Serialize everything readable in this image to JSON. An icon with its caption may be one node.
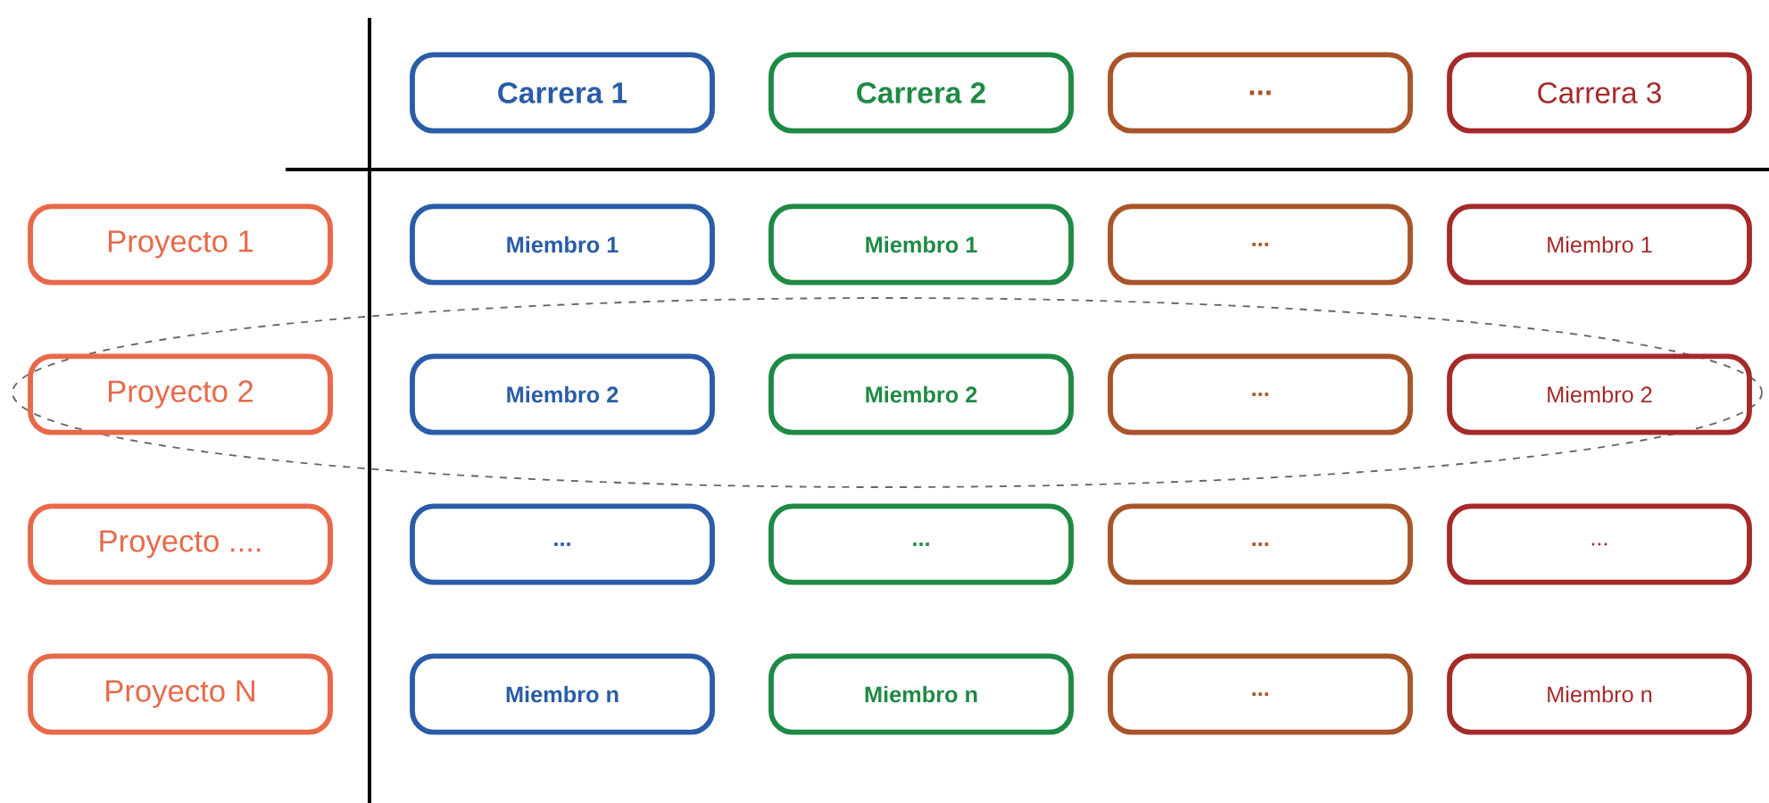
{
  "diagram": {
    "nodes": [
      {
        "text": [
          "Carrera 1"
        ]
      },
      {
        "text": [
          "Carrera 2"
        ]
      },
      {
        "text": [
          "..."
        ]
      },
      {
        "text": [
          "Carrera 3"
        ]
      },
      {
        "text": [
          "Proyecto 1"
        ]
      },
      {
        "text": [
          "Miembro 1"
        ]
      },
      {
        "text": [
          "Miembro 1"
        ]
      },
      {
        "text": [
          "..."
        ]
      },
      {
        "text": [
          "Miembro 1"
        ]
      },
      {
        "text": [
          "Proyecto 2"
        ]
      },
      {
        "text": [
          "Miembro 2"
        ]
      },
      {
        "text": [
          "Miembro 2"
        ]
      },
      {
        "text": [
          "..."
        ]
      },
      {
        "text": [
          "Miembro 2"
        ]
      },
      {
        "text": [
          "Proyecto ...."
        ]
      },
      {
        "text": [
          "..."
        ]
      },
      {
        "text": [
          "..."
        ]
      },
      {
        "text": [
          "..."
        ]
      },
      {
        "text": [
          "..."
        ]
      },
      {
        "text": [
          "Proyecto N"
        ]
      },
      {
        "text": [
          "Miembro n"
        ]
      },
      {
        "text": [
          "Miembro n"
        ]
      },
      {
        "text": [
          "..."
        ]
      },
      {
        "text": [
          "Miembro n"
        ]
      }
    ]
  }
}
